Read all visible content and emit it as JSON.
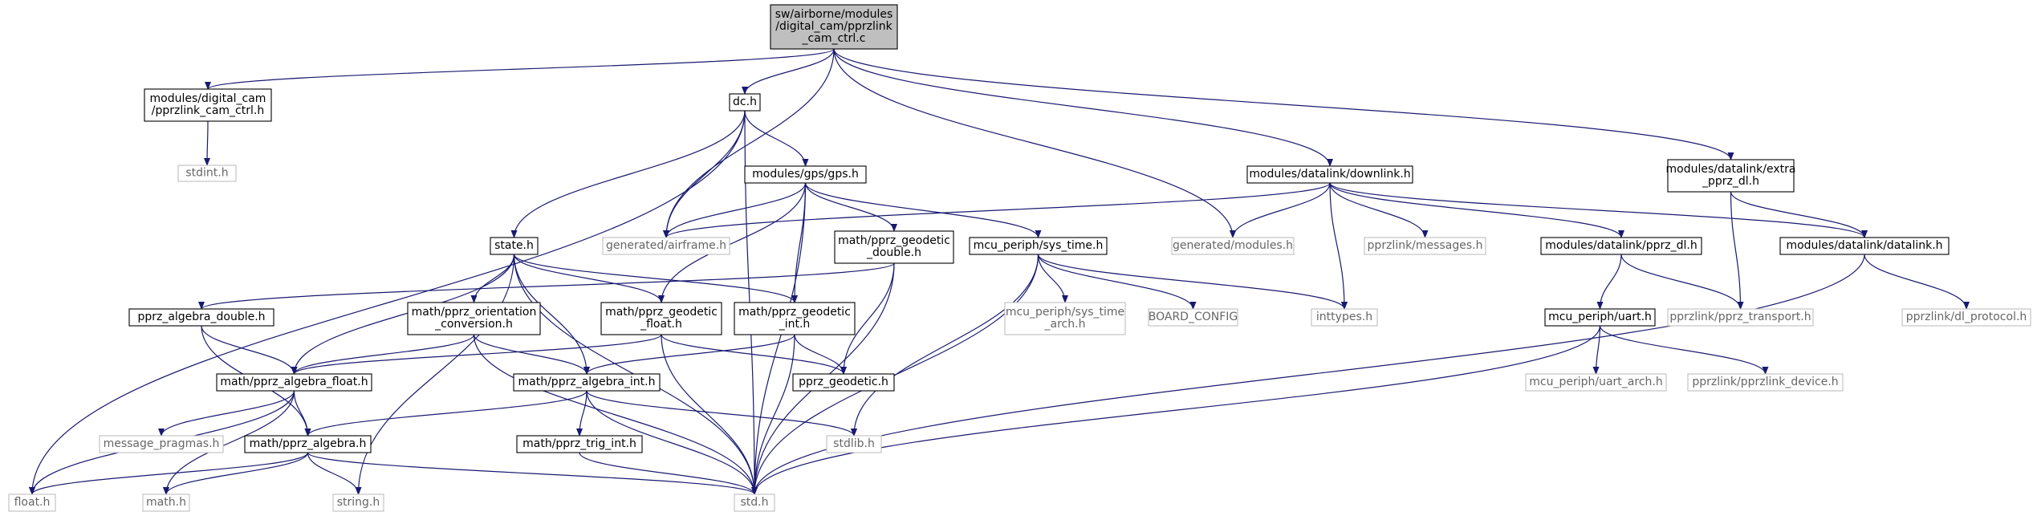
{
  "colors": {
    "edge": "#191970",
    "root_fill": "#bfbfbf",
    "root_stroke": "#000000",
    "documented_stroke": "#000000",
    "external_stroke": "#bfbfbf",
    "node_fill": "#ffffff",
    "documented_text": "#000000",
    "external_text": "#666666"
  },
  "nodes": [
    {
      "id": "root",
      "kind": "root",
      "lines": [
        "sw/airborne/modules",
        "/digital_cam/pprzlink",
        "_cam_ctrl.c"
      ]
    },
    {
      "id": "cam_ctrl_h",
      "kind": "documented",
      "lines": [
        "modules/digital_cam",
        "/pprzlink_cam_ctrl.h"
      ]
    },
    {
      "id": "stdint_h",
      "kind": "external",
      "lines": [
        "stdint.h"
      ]
    },
    {
      "id": "dc_h",
      "kind": "documented",
      "lines": [
        "dc.h"
      ]
    },
    {
      "id": "gps_h",
      "kind": "documented",
      "lines": [
        "modules/gps/gps.h"
      ]
    },
    {
      "id": "downlink_h",
      "kind": "documented",
      "lines": [
        "modules/datalink/downlink.h"
      ]
    },
    {
      "id": "extra_pprz_dl_h",
      "kind": "documented",
      "lines": [
        "modules/datalink/extra",
        "_pprz_dl.h"
      ]
    },
    {
      "id": "state_h",
      "kind": "documented",
      "lines": [
        "state.h"
      ]
    },
    {
      "id": "airframe_h",
      "kind": "external",
      "lines": [
        "generated/airframe.h"
      ]
    },
    {
      "id": "geodetic_double_h",
      "kind": "documented",
      "lines": [
        "math/pprz_geodetic",
        "_double.h"
      ]
    },
    {
      "id": "sys_time_h",
      "kind": "documented",
      "lines": [
        "mcu_periph/sys_time.h"
      ]
    },
    {
      "id": "modules_h",
      "kind": "external",
      "lines": [
        "generated/modules.h"
      ]
    },
    {
      "id": "messages_h",
      "kind": "external",
      "lines": [
        "pprzlink/messages.h"
      ]
    },
    {
      "id": "pprz_dl_h",
      "kind": "documented",
      "lines": [
        "modules/datalink/pprz_dl.h"
      ]
    },
    {
      "id": "datalink_h",
      "kind": "documented",
      "lines": [
        "modules/datalink/datalink.h"
      ]
    },
    {
      "id": "algebra_double_h",
      "kind": "documented",
      "lines": [
        "pprz_algebra_double.h"
      ]
    },
    {
      "id": "orientation_conversion_h",
      "kind": "documented",
      "lines": [
        "math/pprz_orientation",
        "_conversion.h"
      ]
    },
    {
      "id": "geodetic_float_h",
      "kind": "documented",
      "lines": [
        "math/pprz_geodetic",
        "_float.h"
      ]
    },
    {
      "id": "geodetic_int_h",
      "kind": "documented",
      "lines": [
        "math/pprz_geodetic",
        "_int.h"
      ]
    },
    {
      "id": "sys_time_arch_h",
      "kind": "external",
      "lines": [
        "mcu_periph/sys_time",
        "_arch.h"
      ]
    },
    {
      "id": "board_config",
      "kind": "external",
      "lines": [
        "BOARD_CONFIG"
      ]
    },
    {
      "id": "inttypes_h",
      "kind": "external",
      "lines": [
        "inttypes.h"
      ]
    },
    {
      "id": "uart_h",
      "kind": "documented",
      "lines": [
        "mcu_periph/uart.h"
      ]
    },
    {
      "id": "pprz_transport_h",
      "kind": "external",
      "lines": [
        "pprzlink/pprz_transport.h"
      ]
    },
    {
      "id": "dl_protocol_h",
      "kind": "external",
      "lines": [
        "pprzlink/dl_protocol.h"
      ]
    },
    {
      "id": "algebra_float_h",
      "kind": "documented",
      "lines": [
        "math/pprz_algebra_float.h"
      ]
    },
    {
      "id": "algebra_int_h",
      "kind": "documented",
      "lines": [
        "math/pprz_algebra_int.h"
      ]
    },
    {
      "id": "pprz_geodetic_h",
      "kind": "documented",
      "lines": [
        "pprz_geodetic.h"
      ]
    },
    {
      "id": "uart_arch_h",
      "kind": "external",
      "lines": [
        "mcu_periph/uart_arch.h"
      ]
    },
    {
      "id": "pprzlink_device_h",
      "kind": "external",
      "lines": [
        "pprzlink/pprzlink_device.h"
      ]
    },
    {
      "id": "message_pragmas_h",
      "kind": "external",
      "lines": [
        "message_pragmas.h"
      ]
    },
    {
      "id": "algebra_h",
      "kind": "documented",
      "lines": [
        "math/pprz_algebra.h"
      ]
    },
    {
      "id": "trig_int_h",
      "kind": "documented",
      "lines": [
        "math/pprz_trig_int.h"
      ]
    },
    {
      "id": "stdlib_h",
      "kind": "external",
      "lines": [
        "stdlib.h"
      ]
    },
    {
      "id": "float_h",
      "kind": "external",
      "lines": [
        "float.h"
      ]
    },
    {
      "id": "math_h",
      "kind": "external",
      "lines": [
        "math.h"
      ]
    },
    {
      "id": "string_h",
      "kind": "external",
      "lines": [
        "string.h"
      ]
    },
    {
      "id": "std_h",
      "kind": "external",
      "lines": [
        "std.h"
      ]
    }
  ],
  "edges": [
    [
      "root",
      "cam_ctrl_h"
    ],
    [
      "root",
      "dc_h"
    ],
    [
      "root",
      "airframe_h"
    ],
    [
      "root",
      "modules_h"
    ],
    [
      "root",
      "downlink_h"
    ],
    [
      "root",
      "extra_pprz_dl_h"
    ],
    [
      "cam_ctrl_h",
      "stdint_h"
    ],
    [
      "dc_h",
      "float_h"
    ],
    [
      "dc_h",
      "state_h"
    ],
    [
      "dc_h",
      "airframe_h"
    ],
    [
      "dc_h",
      "gps_h"
    ],
    [
      "dc_h",
      "std_h"
    ],
    [
      "gps_h",
      "airframe_h"
    ],
    [
      "gps_h",
      "geodetic_float_h"
    ],
    [
      "gps_h",
      "geodetic_double_h"
    ],
    [
      "gps_h",
      "geodetic_int_h"
    ],
    [
      "gps_h",
      "sys_time_h"
    ],
    [
      "gps_h",
      "std_h"
    ],
    [
      "downlink_h",
      "airframe_h"
    ],
    [
      "downlink_h",
      "modules_h"
    ],
    [
      "downlink_h",
      "messages_h"
    ],
    [
      "downlink_h",
      "inttypes_h"
    ],
    [
      "downlink_h",
      "pprz_dl_h"
    ],
    [
      "downlink_h",
      "datalink_h"
    ],
    [
      "extra_pprz_dl_h",
      "pprz_transport_h"
    ],
    [
      "extra_pprz_dl_h",
      "datalink_h"
    ],
    [
      "state_h",
      "algebra_float_h"
    ],
    [
      "state_h",
      "orientation_conversion_h"
    ],
    [
      "state_h",
      "geodetic_float_h"
    ],
    [
      "state_h",
      "geodetic_int_h"
    ],
    [
      "state_h",
      "algebra_int_h"
    ],
    [
      "state_h",
      "string_h"
    ],
    [
      "state_h",
      "std_h"
    ],
    [
      "geodetic_double_h",
      "algebra_double_h"
    ],
    [
      "geodetic_double_h",
      "pprz_geodetic_h"
    ],
    [
      "geodetic_double_h",
      "std_h"
    ],
    [
      "sys_time_h",
      "sys_time_arch_h"
    ],
    [
      "sys_time_h",
      "board_config"
    ],
    [
      "sys_time_h",
      "inttypes_h"
    ],
    [
      "sys_time_h",
      "stdlib_h"
    ],
    [
      "sys_time_h",
      "std_h"
    ],
    [
      "pprz_dl_h",
      "uart_h"
    ],
    [
      "pprz_dl_h",
      "pprz_transport_h"
    ],
    [
      "datalink_h",
      "dl_protocol_h"
    ],
    [
      "datalink_h",
      "std_h"
    ],
    [
      "algebra_double_h",
      "algebra_float_h"
    ],
    [
      "algebra_double_h",
      "algebra_h"
    ],
    [
      "orientation_conversion_h",
      "algebra_float_h"
    ],
    [
      "orientation_conversion_h",
      "algebra_int_h"
    ],
    [
      "orientation_conversion_h",
      "std_h"
    ],
    [
      "geodetic_float_h",
      "algebra_float_h"
    ],
    [
      "geodetic_float_h",
      "pprz_geodetic_h"
    ],
    [
      "geodetic_float_h",
      "std_h"
    ],
    [
      "geodetic_int_h",
      "algebra_int_h"
    ],
    [
      "geodetic_int_h",
      "pprz_geodetic_h"
    ],
    [
      "geodetic_int_h",
      "std_h"
    ],
    [
      "uart_h",
      "uart_arch_h"
    ],
    [
      "uart_h",
      "pprzlink_device_h"
    ],
    [
      "uart_h",
      "std_h"
    ],
    [
      "algebra_float_h",
      "message_pragmas_h"
    ],
    [
      "algebra_float_h",
      "algebra_h"
    ],
    [
      "algebra_float_h",
      "float_h"
    ],
    [
      "algebra_float_h",
      "math_h"
    ],
    [
      "algebra_int_h",
      "algebra_h"
    ],
    [
      "algebra_int_h",
      "trig_int_h"
    ],
    [
      "algebra_int_h",
      "stdlib_h"
    ],
    [
      "algebra_int_h",
      "std_h"
    ],
    [
      "algebra_h",
      "float_h"
    ],
    [
      "algebra_h",
      "math_h"
    ],
    [
      "algebra_h",
      "string_h"
    ],
    [
      "algebra_h",
      "std_h"
    ],
    [
      "trig_int_h",
      "std_h"
    ]
  ]
}
